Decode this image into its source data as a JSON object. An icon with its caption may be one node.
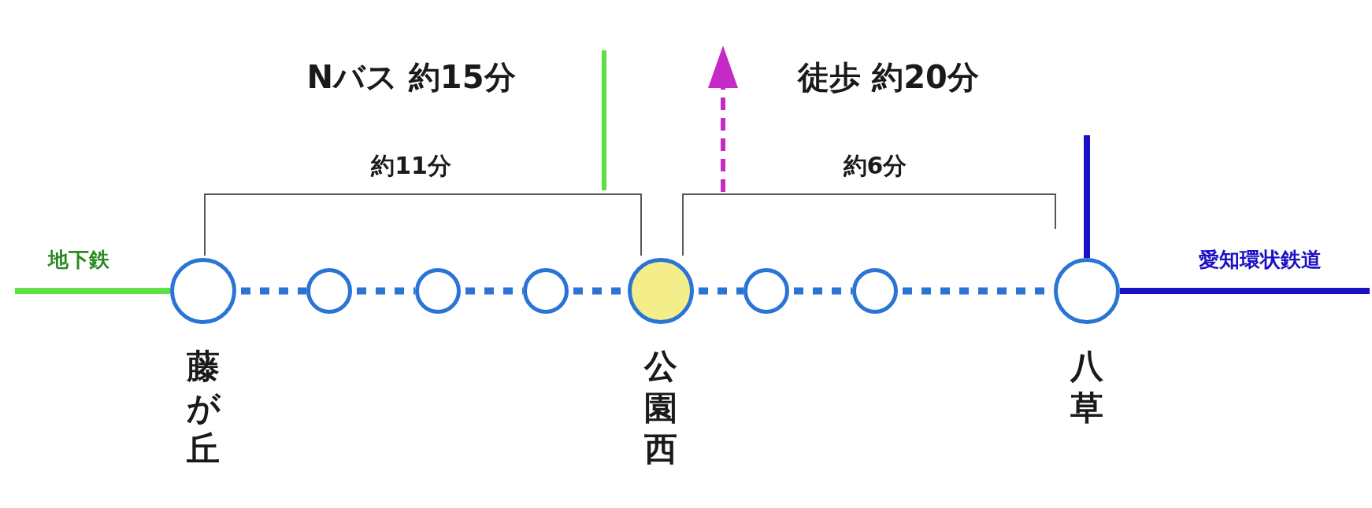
{
  "diagram": {
    "nodes": [
      {
        "text": [],
        "shape": "circle",
        "beside": [
          "藤が丘"
        ]
      },
      {
        "text": [],
        "shape": "circle"
      },
      {
        "text": [],
        "shape": "circle"
      },
      {
        "text": [],
        "shape": "circle"
      },
      {
        "text": [],
        "shape": "circle",
        "beside": [
          "公園西"
        ]
      },
      {
        "text": [],
        "shape": "circle"
      },
      {
        "text": [],
        "shape": "circle"
      },
      {
        "text": [],
        "shape": "circle",
        "beside": [
          "八草"
        ]
      }
    ],
    "edges": [
      {
        "from": null,
        "to": 0,
        "arrow": "none",
        "color": "#5ee045"
      },
      {
        "from": 0,
        "to": 1,
        "arrow": "none",
        "style": "dashed"
      },
      {
        "from": 1,
        "to": 2,
        "arrow": "none",
        "style": "dashed"
      },
      {
        "from": 2,
        "to": 3,
        "arrow": "none",
        "style": "dashed"
      },
      {
        "from": 3,
        "to": 4,
        "arrow": "none",
        "style": "dashed"
      },
      {
        "from": 4,
        "to": 5,
        "arrow": "none",
        "style": "dashed"
      },
      {
        "from": 5,
        "to": 6,
        "arrow": "none",
        "style": "dashed"
      },
      {
        "from": 6,
        "to": 7,
        "arrow": "none",
        "style": "dashed"
      },
      {
        "from": 7,
        "to": null,
        "arrow": "none",
        "color": "#1c10c4"
      },
      {
        "from": null,
        "to": 7,
        "arrow": "none",
        "color": "#1c10c4"
      }
    ],
    "labels": [
      "Nバス 約15分",
      "徒歩 約20分",
      "約11分",
      "約6分",
      "地下鉄",
      "愛知環状鉄道"
    ]
  }
}
